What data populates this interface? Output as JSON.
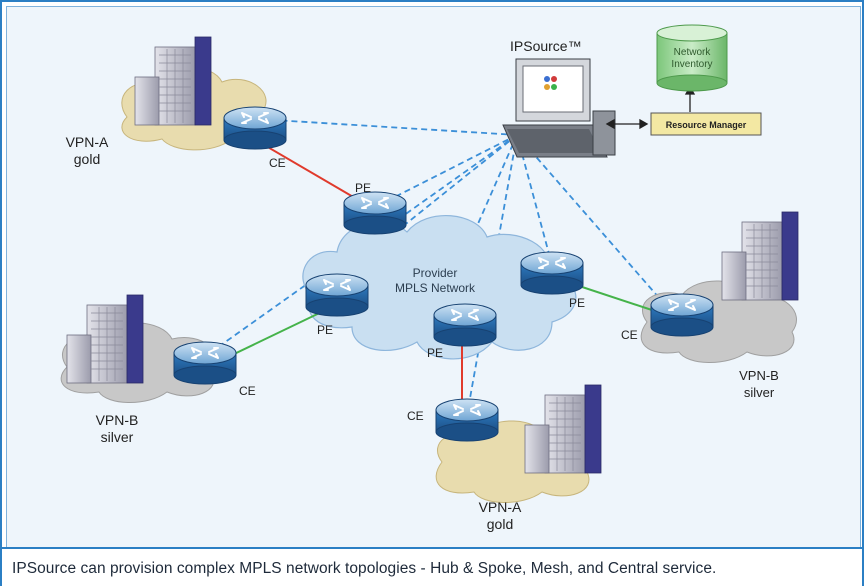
{
  "diagram": {
    "software_label": "IPSource™",
    "database_label_line1": "Network",
    "database_label_line2": "Inventory",
    "resource_manager_label": "Resource Manager",
    "provider_line1": "Provider",
    "provider_line2": "MPLS Network",
    "sites": [
      {
        "name": "VPN-A",
        "tier": "gold"
      },
      {
        "name": "VPN-B",
        "tier": "silver"
      },
      {
        "name": "VPN-B",
        "tier": "silver"
      },
      {
        "name": "VPN-A",
        "tier": "gold"
      }
    ],
    "ce_label": "CE",
    "pe_label": "PE"
  },
  "caption": "IPSource can provision complex MPLS network topologies - Hub & Spoke, Mesh, and Central service.",
  "colors": {
    "frame": "#2b7fc4",
    "cloud_provider": "#c9dff1",
    "cloud_gold": "#e8dcae",
    "cloud_silver": "#c8c8c8",
    "router": "#2f7bc0",
    "link_gold": "#e03a2c",
    "link_silver": "#45b34a",
    "link_mgmt": "#3b8fd8",
    "database": "#a8dba6",
    "resource_box": "#f3e8a3"
  }
}
